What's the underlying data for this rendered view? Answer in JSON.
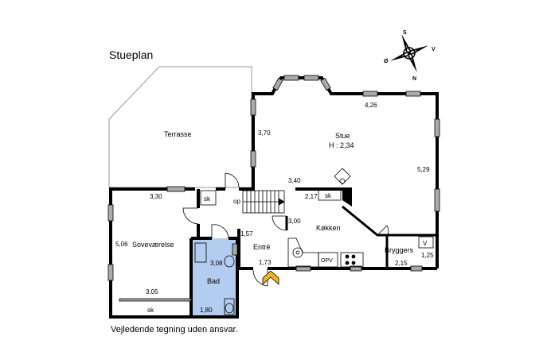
{
  "title": "Stueplan",
  "footer": "Vejledende tegning uden ansvar.",
  "compass": {
    "s": "S",
    "v": "V",
    "n": "N",
    "o": "Ø"
  },
  "rooms": {
    "terrasse": "Terrasse",
    "stue": "Stue",
    "stue_height": "H : 2,34",
    "sovevaerelse": "Soveværelse",
    "entre": "Entré",
    "koekken": "Køkken",
    "bad": "Bad",
    "bryggers": "Bryggers"
  },
  "labels": {
    "sk_top": "sk",
    "op": "op",
    "sk_stue": "sk",
    "opv": "OPV",
    "v": "V",
    "sk_bedroom": "sk"
  },
  "dims": {
    "d426": "4,26",
    "d370": "3,70",
    "d529": "5,29",
    "d340": "3,40",
    "d217": "2,17",
    "d330": "3,30",
    "d300": "3,00",
    "d157": "1,57",
    "d506": "5,06",
    "d308": "3,08",
    "d173": "1,73",
    "d305": "3,05",
    "d180": "1,80",
    "d125": "1,25",
    "d215": "2,15"
  },
  "colors": {
    "wall": "#000000",
    "window": "#999999",
    "bath": "#b3cdf0",
    "entry": "#f2b21e"
  }
}
